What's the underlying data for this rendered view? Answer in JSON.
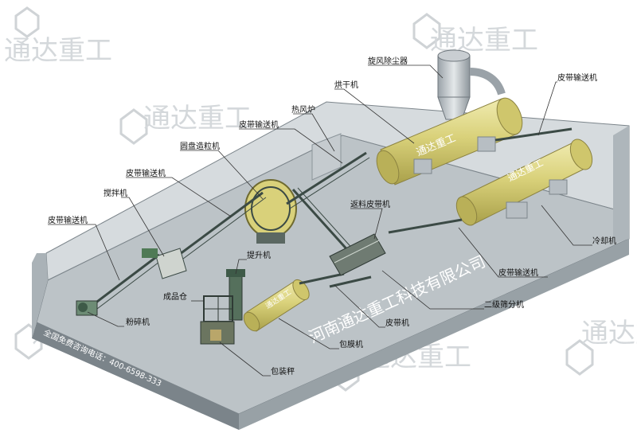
{
  "watermark": {
    "text": "通达重工"
  },
  "banner": {
    "company": "河南通达重工科技有限公司",
    "hotline": "全国免费咨询电话：400-6598-333"
  },
  "equipment": {
    "dryer_label": "通达重工",
    "cooler_label": "通达重工",
    "coating_label": "通达重工"
  },
  "labels": {
    "cyclone": "旋风除尘器",
    "dryer": "烘干机",
    "conveyor_top_right": "皮带输送机",
    "hot_air_furnace": "热风炉",
    "conveyor_top_mid": "皮带输送机",
    "disc_granulator": "圆盘造粒机",
    "conveyor_mid_left": "皮带输送机",
    "mixer": "搅拌机",
    "return_conveyor": "返料皮带机",
    "conveyor_left": "皮带输送机",
    "cooler": "冷却机",
    "elevator": "提升机",
    "conveyor_bottom_right": "皮带输送机",
    "finished_bin": "成品仓",
    "screener": "二级筛分机",
    "crusher": "粉碎机",
    "belt": "皮带机",
    "coating": "包膜机",
    "packing_scale": "包装秤"
  },
  "colors": {
    "floor": "#bcc3c7",
    "wall": "#d6dbde",
    "dryer": "#d9d17a",
    "frame": "#3b4a45",
    "banner_text": "#ffffff"
  }
}
